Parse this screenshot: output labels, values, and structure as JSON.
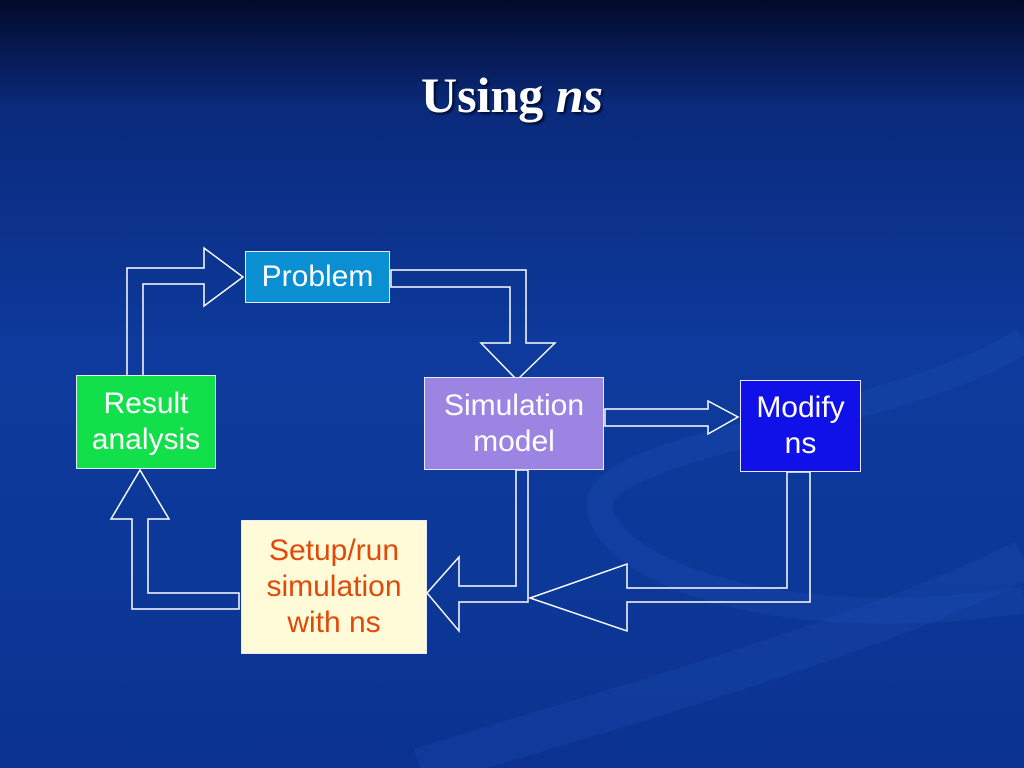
{
  "title": {
    "main": "Using ",
    "emphasis": "ns"
  },
  "nodes": {
    "problem": {
      "label": "Problem",
      "fill": "#0a8fd2",
      "text": "#ffffff"
    },
    "simulation_model": {
      "label": "Simulation\nmodel",
      "fill": "#9c84e2",
      "text": "#ffffff"
    },
    "modify_ns": {
      "label": "Modify\nns",
      "fill": "#1010e8",
      "text": "#ffffff"
    },
    "result_analysis": {
      "label": "Result\nanalysis",
      "fill": "#12e04a",
      "text": "#ffffff"
    },
    "setup_run": {
      "label": "Setup/run\nsimulation\nwith ns",
      "fill": "#fffbd8",
      "text": "#e04a0a"
    }
  },
  "edges": [
    {
      "from": "problem",
      "to": "simulation_model"
    },
    {
      "from": "simulation_model",
      "to": "modify_ns"
    },
    {
      "from": "simulation_model",
      "to": "setup_run"
    },
    {
      "from": "modify_ns",
      "to": "setup_run"
    },
    {
      "from": "setup_run",
      "to": "result_analysis"
    },
    {
      "from": "result_analysis",
      "to": "problem"
    }
  ]
}
